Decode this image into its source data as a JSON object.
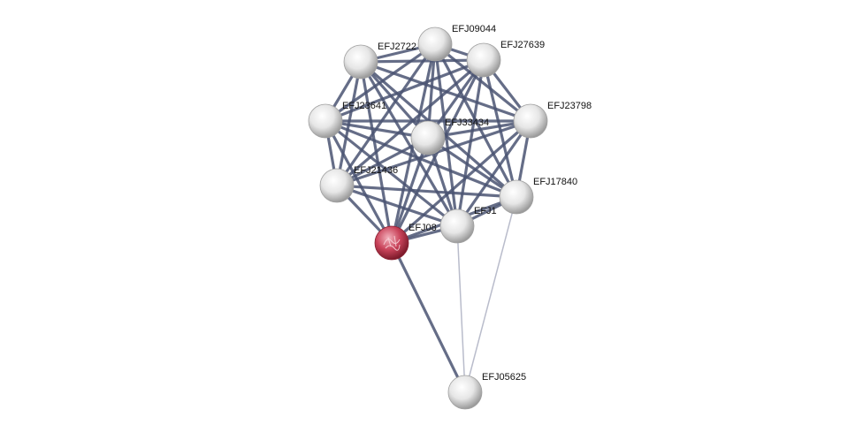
{
  "network": {
    "nodes": [
      {
        "id": "n1",
        "label": "EFJ09044",
        "highlight": false
      },
      {
        "id": "n2",
        "label": "EFJ2722",
        "highlight": false
      },
      {
        "id": "n3",
        "label": "EFJ27639",
        "highlight": false
      },
      {
        "id": "n4",
        "label": "EFJ23641",
        "highlight": false
      },
      {
        "id": "n5",
        "label": "EFJ23798",
        "highlight": false
      },
      {
        "id": "n6",
        "label": "EFJ33434",
        "highlight": false
      },
      {
        "id": "n7",
        "label": "EFJ21436",
        "highlight": false
      },
      {
        "id": "n8",
        "label": "EFJ17840",
        "highlight": false
      },
      {
        "id": "n9",
        "label": "EFJ1",
        "highlight": false
      },
      {
        "id": "n10",
        "label": "EFJ08",
        "highlight": true
      },
      {
        "id": "n11",
        "label": "EFJ05625",
        "highlight": false
      }
    ],
    "colors": {
      "edge_strong": "#4a5472",
      "edge_weak": "#b9bccb",
      "node_fill": "#e6e6e6",
      "node_highlight": "#c9435a"
    }
  }
}
